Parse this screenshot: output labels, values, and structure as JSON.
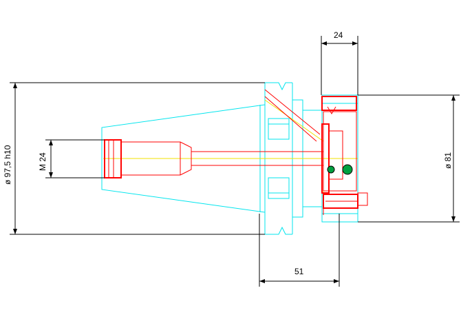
{
  "dimensions": {
    "top_width": "24",
    "bottom_width": "51",
    "left_outer_diameter": "ø 97,5 h10",
    "left_thread": "M 24",
    "right_diameter": "ø 81"
  },
  "colors": {
    "body_outline": "#00e5ee",
    "bore_outline": "#ff0000",
    "axis_line": "#f0e000",
    "dimension_line": "#000000"
  }
}
